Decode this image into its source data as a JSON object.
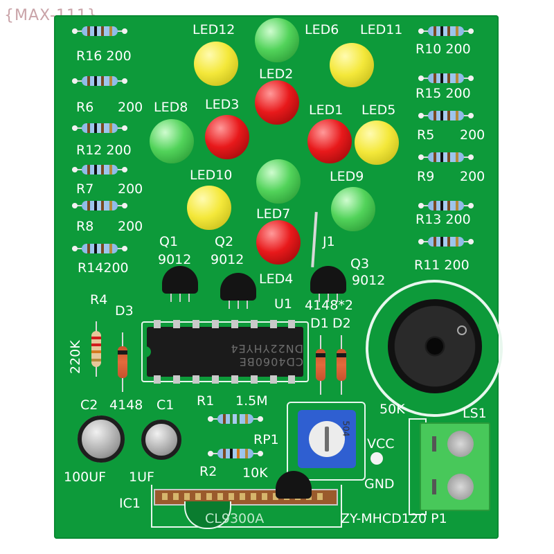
{
  "watermark": "{MAX-111}",
  "labels": {
    "led12": "LED12",
    "led6": "LED6",
    "led11": "LED11",
    "led2": "LED2",
    "led8": "LED8",
    "led3": "LED3",
    "led1": "LED1",
    "led5": "LED5",
    "led10": "LED10",
    "led9": "LED9",
    "led7": "LED7",
    "led4": "LED4",
    "r16": "R16 200",
    "r6": "R6",
    "r6v": "200",
    "r12": "R12 200",
    "r7": "R7",
    "r7v": "200",
    "r8": "R8",
    "r8v": "200",
    "r14": "R14200",
    "r10": "R10 200",
    "r15": "R15 200",
    "r5": "R5",
    "r5v": "200",
    "r9": "R9",
    "r9v": "200",
    "r13": "R13 200",
    "r11": "R11 200",
    "q1": "Q1",
    "q1v": "9012",
    "q2": "Q2",
    "q2v": "9012",
    "q3": "Q3",
    "q3v": "9012",
    "j1": "J1",
    "u1": "U1",
    "d4148": "4148*2",
    "d1": "D1",
    "d2": "D2",
    "r4": "R4",
    "d3": "D3",
    "r220k": "220K",
    "c2": "C2",
    "c4148": "4148",
    "c1": "C1",
    "r1": "R1",
    "r1v": "1.5M",
    "rp1": "RP1",
    "k50": "50K",
    "r2": "R2",
    "r2v": "10K",
    "uf100": "100UF",
    "uf1": "1UF",
    "vcc": "VCC",
    "gnd": "GND",
    "ls1": "LS1",
    "ic1": "IC1",
    "cl9300": "CL9300A",
    "board": "ZY-MHCD120 P1",
    "ic_mark": "CD4060BE DN22YHYE4",
    "pot_mark": "504"
  },
  "colors": {
    "pcb": "#0d9a3a",
    "silk": "#ffffff"
  }
}
